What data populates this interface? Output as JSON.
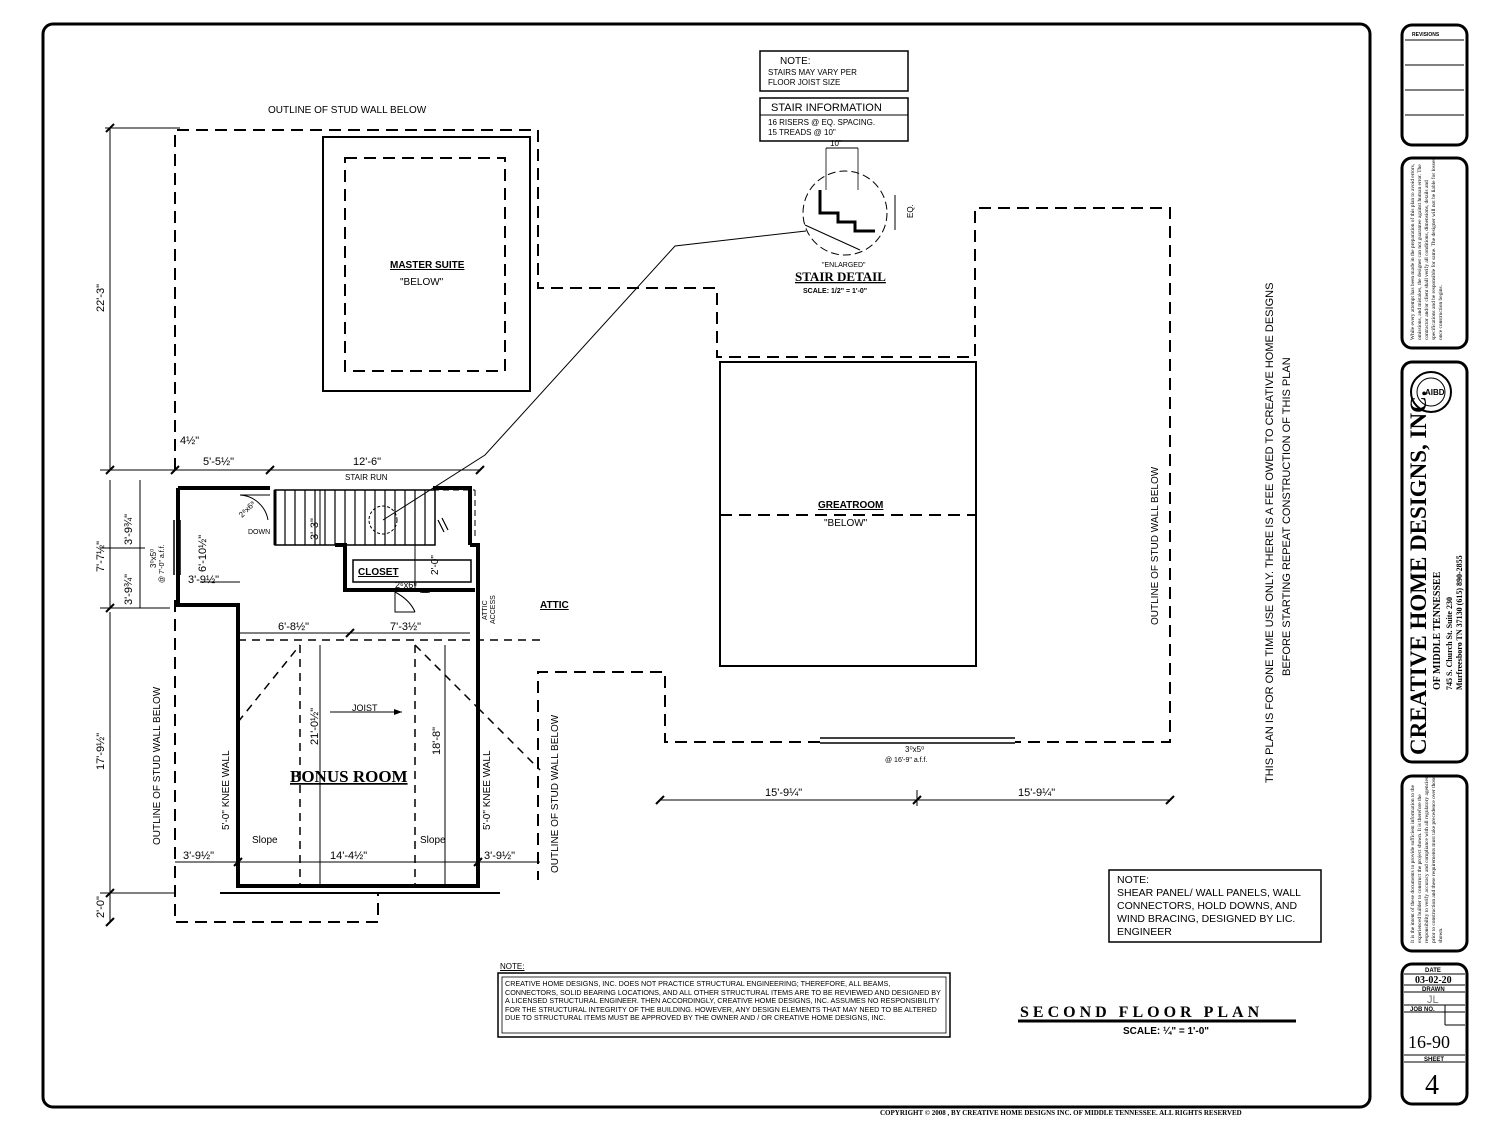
{
  "labels": {
    "outline_stud_wall_top": "OUTLINE OF STUD WALL BELOW",
    "outline_stud_wall_left": "OUTLINE OF STUD WALL BELOW",
    "outline_stud_wall_mid": "OUTLINE OF STUD WALL BELOW",
    "outline_stud_wall_right": "OUTLINE OF STUD WALL BELOW",
    "master_suite": "MASTER SUITE",
    "master_below": "\"BELOW\"",
    "greatroom": "GREATROOM",
    "greatroom_below": "\"BELOW\"",
    "bonus_room": "BONUS ROOM",
    "closet": "CLOSET",
    "attic": "ATTIC",
    "attic_access_1": "ATTIC",
    "attic_access_2": "ACCESS",
    "down": "DOWN",
    "stair_run": "STAIR RUN",
    "joist": "JOIST",
    "slope_left": "Slope",
    "slope_right": "Slope",
    "knee_wall_left": "5'-0\" KNEE WALL",
    "knee_wall_right": "5'-0\" KNEE WALL",
    "door_closet": "2⁶x6⁸",
    "door_bonus": "2⁸x6⁸",
    "window_left": "3⁰x5⁰",
    "window_left_aff": "@ 7'-0\" a.f.f.",
    "window_right": "3⁰x5⁰",
    "window_right_aff": "@ 16'-9\" a.f.f.",
    "fee_notice_1": "THIS PLAN IS FOR ONE TIME USE ONLY. THERE IS A FEE OWED TO CREATIVE HOME DESIGNS",
    "fee_notice_2": "BEFORE STARTING REPEAT CONSTRUCTION OF THIS PLAN"
  },
  "dimensions": {
    "d_22_3": "22'-3\"",
    "d_4_half": "4½\"",
    "d_5_5half": "5'-5½\"",
    "d_12_6": "12'-6\"",
    "d_7_7half": "7'-7½\"",
    "d_3_9_3q_a": "3'-9¾\"",
    "d_3_9_3q_b": "3'-9¾\"",
    "d_6_10half": "6'-10½\"",
    "d_3_9half_a": "3'-9½\"",
    "d_3_3": "3'-3\"",
    "d_2_0_closet": "2'-0\"",
    "d_6_8half": "6'-8½\"",
    "d_7_3half": "7'-3½\"",
    "d_17_9half": "17'-9½\"",
    "d_21_0half": "21'-0½\"",
    "d_18_8": "18'-8\"",
    "d_3_9half_b": "3'-9½\"",
    "d_14_4half": "14'-4½\"",
    "d_3_9half_c": "3'-9½\"",
    "d_2_0": "2'-0\"",
    "d_15_9q_a": "15'-9¼\"",
    "d_15_9q_b": "15'-9¼\""
  },
  "stair_note": {
    "title": "NOTE:",
    "line1": "STAIRS MAY VARY PER",
    "line2": "FLOOR JOIST SIZE"
  },
  "stair_info": {
    "title": "STAIR INFORMATION",
    "line1": "16 RISERS @ EQ. SPACING.",
    "line2": "15 TREADS @ 10\""
  },
  "stair_detail": {
    "tread": "10\"",
    "eq": "EQ.",
    "enlarged": "\"ENLARGED\"",
    "title": "STAIR DETAIL",
    "scale": "SCALE: 1/2\" = 1'-0\""
  },
  "shear_note": {
    "title": "NOTE:",
    "body": "SHEAR PANEL/ WALL PANELS, WALL CONNECTORS, HOLD DOWNS, AND WIND BRACING, DESIGNED BY LIC. ENGINEER"
  },
  "structural_note": {
    "title": "NOTE:",
    "body": "CREATIVE HOME DESIGNS, INC. DOES NOT PRACTICE STRUCTURAL ENGINEERING; THEREFORE, ALL BEAMS, CONNECTORS, SOLID BEARING LOCATIONS, AND ALL OTHER STRUCTURAL ITEMS ARE TO BE REVIEWED AND DESIGNED BY A LICENSED STRUCTURAL ENGINEER. THEN ACCORDINGLY, CREATIVE HOME DESIGNS, INC. ASSUMES NO RESPONSIBILITY FOR THE STRUCTURAL INTEGRITY OF THE BUILDING. HOWEVER, ANY DESIGN ELEMENTS THAT MAY NEED TO BE ALTERED DUE TO STRUCTURAL ITEMS MUST BE APPROVED BY THE OWNER AND / OR CREATIVE HOME DESIGNS, INC."
  },
  "plan_title": {
    "title": "SECOND FLOOR PLAN",
    "scale": "SCALE: ¼\" = 1'-0\""
  },
  "copyright": "COPYRIGHT © 2008 , BY CREATIVE HOME DESIGNS INC. OF MIDDLE TENNESSEE. ALL RIGHTS RESERVED",
  "title_block": {
    "revisions_label": "REVISIONS",
    "disclaimer": "While every attempt has been made in the preparation of this plan to avoid errors, omissions, and mistakes, the designer can not guarantee against human error. The contractor and/or client shall verify all conditions, dimensions, details and specifications and be responsible for same. The designer will not be liable for losses once construction begins.",
    "company": "CREATIVE HOME DESIGNS, INC.",
    "company_sub": "OF MIDDLE TENNESSEE",
    "address": "745 S. Church St. Suite 230",
    "city_phone": "Murfreesboro TN 37130 (615) 890-2855",
    "intent": "It is the intent of these documents to provide sufficient information to the experienced builder to construct the project shown. It is therefore the responsibility to verify accuracy and compliance with all regulatory agencies prior to construction and these requirements must take precedence over those shown.",
    "date_label": "DATE",
    "date": "03-02-20",
    "drawn_label": "DRAWN",
    "drawn": "JL",
    "job_label": "JOB NO.",
    "job": "16-90",
    "sheet_label": "SHEET",
    "sheet": "4"
  }
}
